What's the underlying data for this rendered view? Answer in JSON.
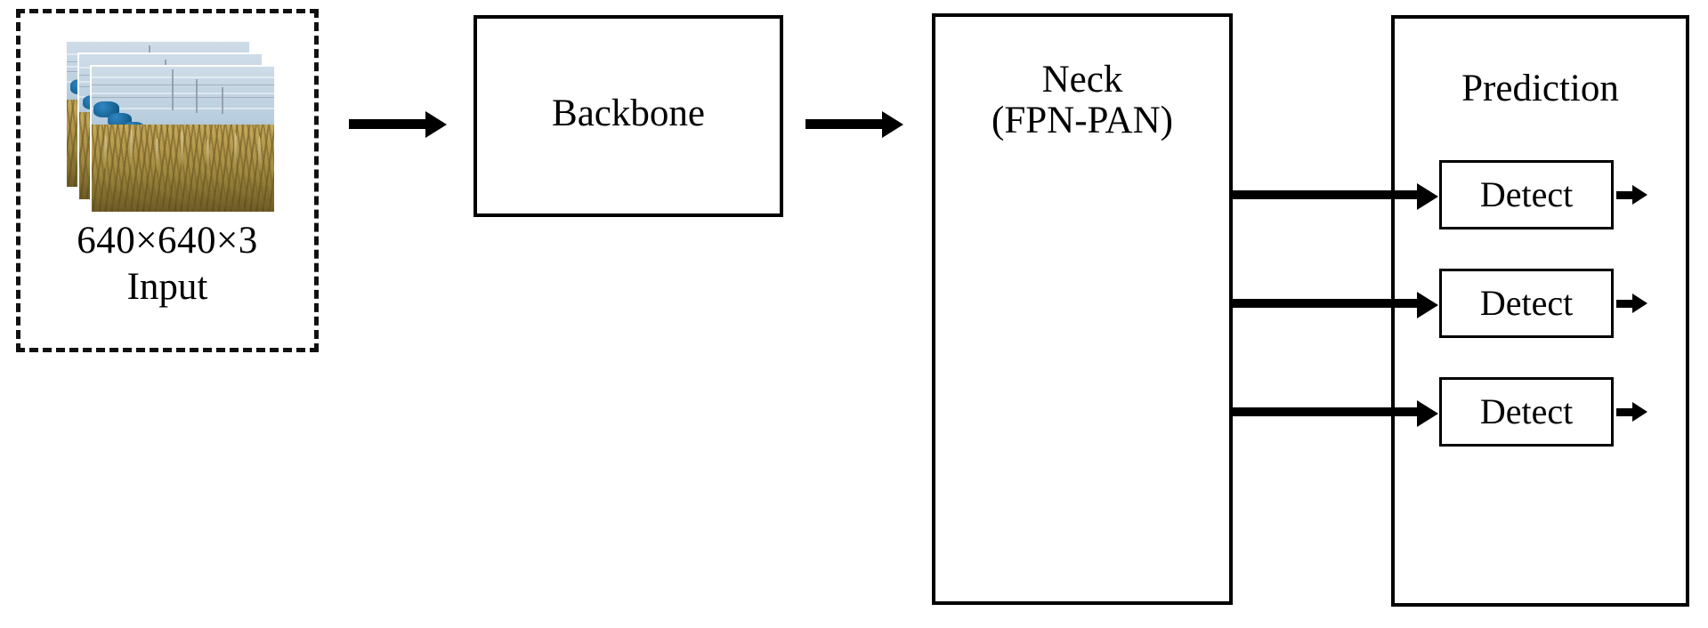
{
  "diagram": {
    "title": "YOLO object detection network architecture",
    "stages": {
      "input": {
        "dims_label": "640×640×3",
        "name_label": "Input",
        "image_count": 3,
        "image_subject": "wheat field under blue sky with blue tarps"
      },
      "backbone": {
        "label": "Backbone"
      },
      "neck": {
        "label_line1": "Neck",
        "label_line2": "(FPN-PAN)"
      },
      "prediction": {
        "label": "Prediction",
        "detect_heads": [
          {
            "label": "Detect"
          },
          {
            "label": "Detect"
          },
          {
            "label": "Detect"
          }
        ]
      }
    },
    "colors": {
      "stroke": "#000000",
      "background": "#ffffff",
      "sky": "#c2d3e2",
      "field": "#b59a4d",
      "tarp": "#15608f"
    }
  }
}
